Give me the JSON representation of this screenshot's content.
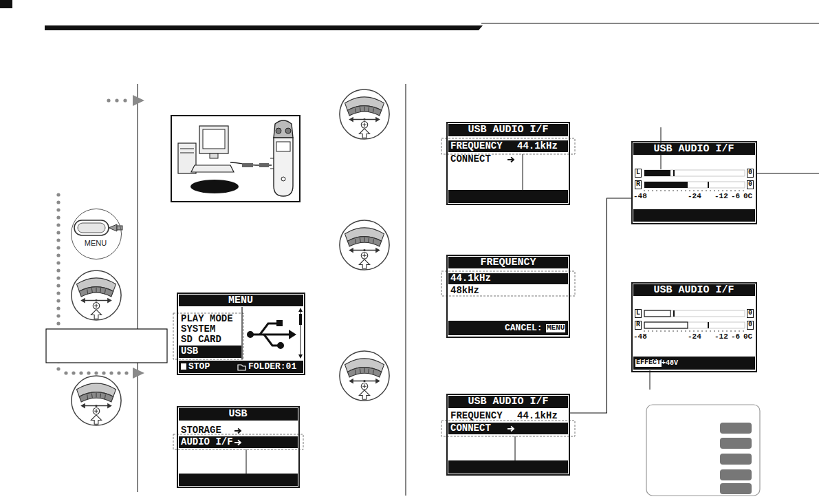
{
  "diagram": {
    "nodes": [
      {
        "text": [
          "MENU"
        ]
      },
      {
        "text": [
          "MENU",
          "PLAY MODE",
          "SYSTEM",
          "SD CARD",
          "USB",
          "STOP",
          "FOLDER:01"
        ]
      },
      {
        "text": [
          "USB",
          "STORAGE",
          "AUDIO I/F"
        ]
      },
      {
        "text": [
          "USB AUDIO I/F",
          "FREQUENCY",
          "44.1kHz",
          "CONNECT"
        ]
      },
      {
        "text": [
          "FREQUENCY",
          "44.1kHz",
          "48kHz",
          "CANCEL:",
          "MENU"
        ]
      },
      {
        "text": [
          "USB AUDIO I/F",
          "FREQUENCY",
          "44.1kHz",
          "CONNECT"
        ]
      },
      {
        "text": [
          "USB AUDIO I/F",
          "L",
          "R",
          "0",
          "0",
          "-48",
          "-24",
          "-12",
          "-6",
          "0C"
        ]
      },
      {
        "text": [
          "USB AUDIO I/F",
          "L",
          "R",
          "0",
          "0",
          "-48",
          "-24",
          "-12",
          "-6",
          "0C",
          "EFFECT",
          "+48V"
        ]
      }
    ],
    "edges": [
      {
        "from": 5,
        "to": 6,
        "arrow": "none"
      }
    ]
  }
}
